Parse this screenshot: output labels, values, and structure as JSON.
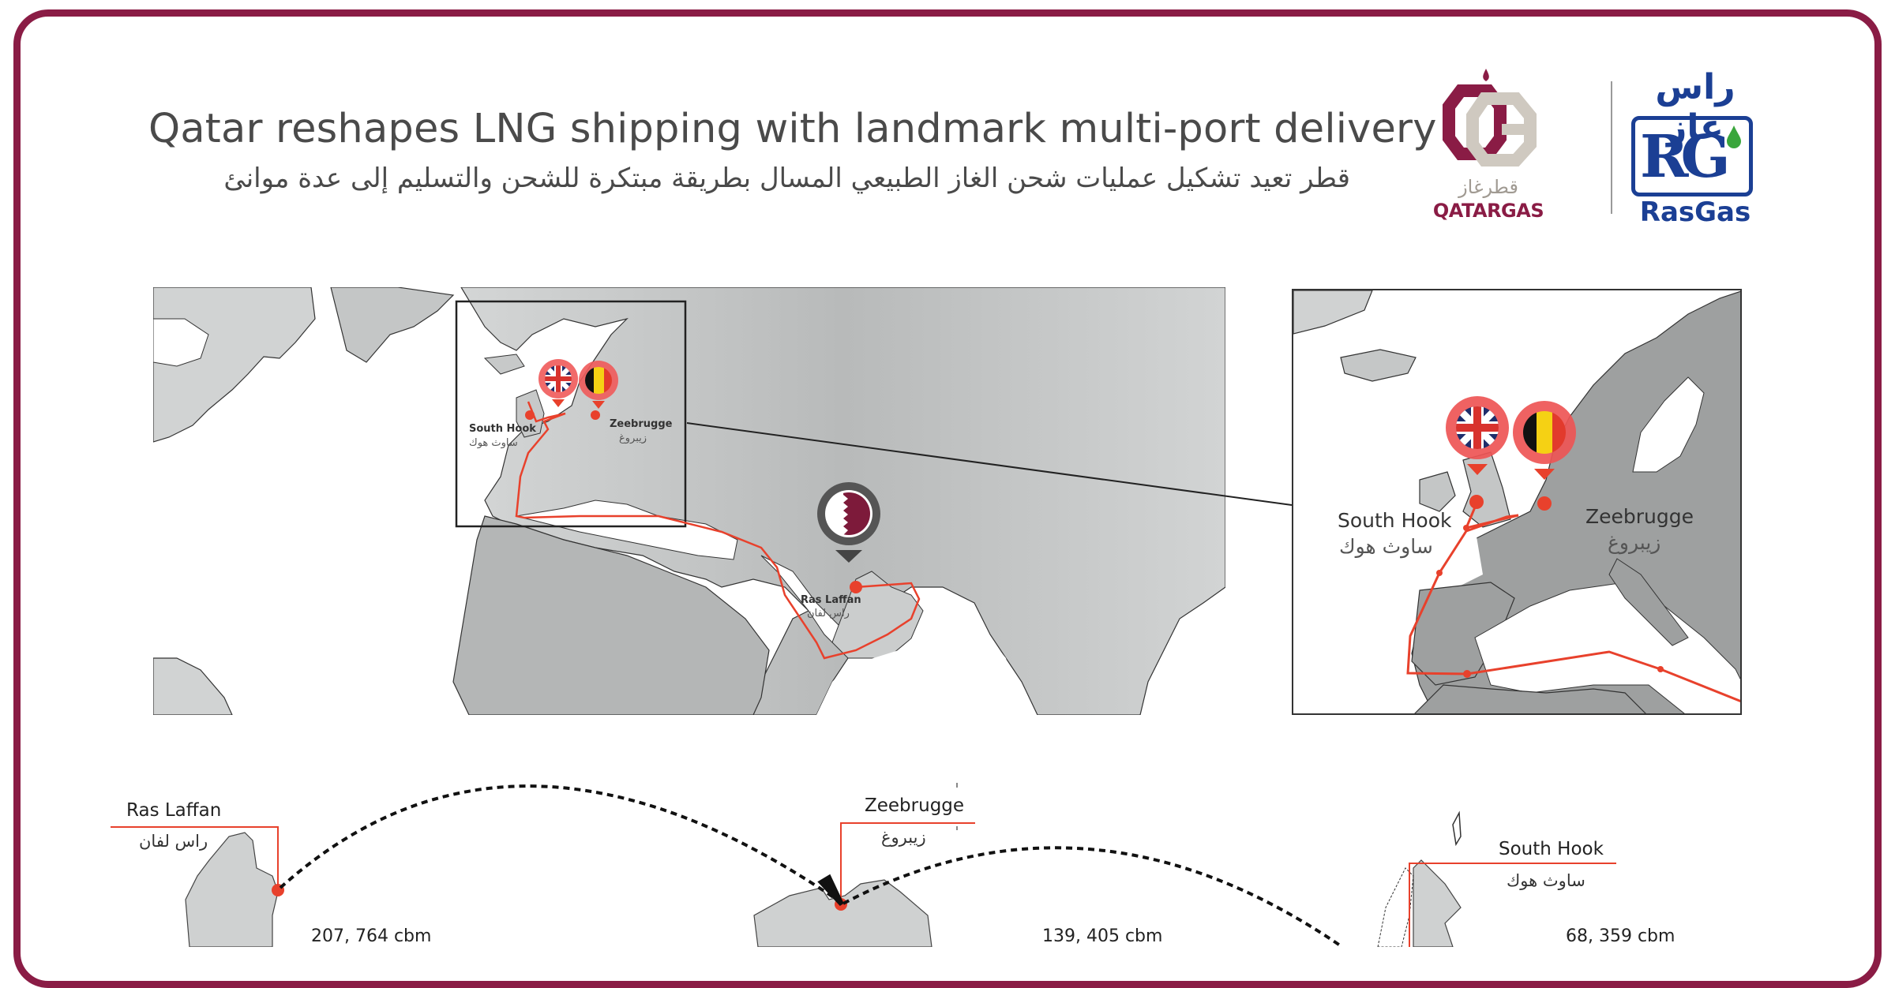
{
  "header": {
    "title_en": "Qatar reshapes LNG shipping with landmark multi-port delivery",
    "title_ar": "قطر تعيد تشكيل عمليات شحن الغاز الطبيعي المسال بطريقة مبتكرة للشحن والتسليم إلى عدة موانئ"
  },
  "logos": {
    "qatargas": {
      "name": "QATARGAS",
      "name_ar": "قطرغاز",
      "monogram": "QG"
    },
    "rasgas": {
      "name": "RasGas",
      "name_ar": "راس غاز",
      "monogram": "RG"
    }
  },
  "colors": {
    "frame": "#8a1c45",
    "route": "#e8412c",
    "land": "#c9cbcb",
    "land_dark": "#a4a6a6",
    "qatargas_maroon": "#8a1c45",
    "rasgas_blue": "#1b3f94"
  },
  "world_map": {
    "ports": [
      {
        "id": "south-hook",
        "name": "South Hook",
        "name_ar": "ساوث هوك",
        "flag": "uk-flag"
      },
      {
        "id": "zeebrugge",
        "name": "Zeebrugge",
        "name_ar": "زيبروغ",
        "flag": "belgium-flag"
      },
      {
        "id": "ras-laffan",
        "name": "Ras Laffan",
        "name_ar": "راس لفان",
        "flag": "qatar-flag"
      }
    ]
  },
  "inset_map": {
    "ports": [
      {
        "id": "south-hook",
        "name": "South Hook",
        "name_ar": "ساوث هوك",
        "flag": "uk-flag"
      },
      {
        "id": "zeebrugge",
        "name": "Zeebrugge",
        "name_ar": "زيبروغ",
        "flag": "belgium-flag"
      }
    ]
  },
  "delivery_sequence": [
    {
      "id": "ras-laffan",
      "name": "Ras Laffan",
      "name_ar": "راس لفان",
      "volume": "207, 764 cbm"
    },
    {
      "id": "zeebrugge",
      "name": "Zeebrugge",
      "name_ar": "زيبروغ",
      "volume": "139, 405 cbm"
    },
    {
      "id": "south-hook",
      "name": "South Hook",
      "name_ar": "ساوث هوك",
      "volume": "68, 359 cbm"
    }
  ]
}
